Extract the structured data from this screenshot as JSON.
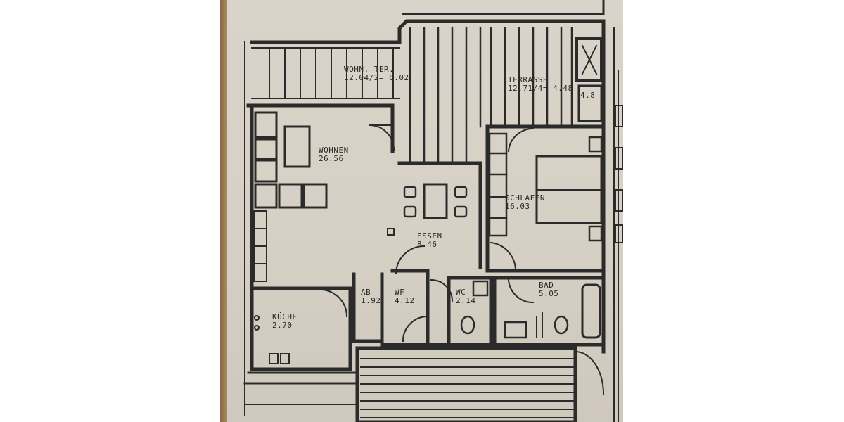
{
  "rooms": [
    {
      "id": "balkon",
      "name": "WOHN. TER.",
      "area": "12.04/2= 6.02"
    },
    {
      "id": "terrasse",
      "name": "TERRASSE",
      "area": "12.71/4= 4.48"
    },
    {
      "id": "wohnen",
      "name": "WOHNEN",
      "area": "26.56"
    },
    {
      "id": "essen",
      "name": "ESSEN",
      "area": "8.46"
    },
    {
      "id": "schlafen",
      "name": "SCHLAFEN",
      "area": "16.03"
    },
    {
      "id": "kueche",
      "name": "KÜCHE",
      "area": "2.70"
    },
    {
      "id": "ab",
      "name": "AB",
      "area": "1.92"
    },
    {
      "id": "wf",
      "name": "WF",
      "area": "4.12"
    },
    {
      "id": "wc",
      "name": "WC",
      "area": "2.14"
    },
    {
      "id": "bad",
      "name": "BAD",
      "area": "5.05"
    }
  ],
  "misc": {
    "shaft_label": "4.8"
  },
  "colors": {
    "paper": "#d6d0c5",
    "ink": "#2a2a2a",
    "wood": "#9a7a52"
  }
}
